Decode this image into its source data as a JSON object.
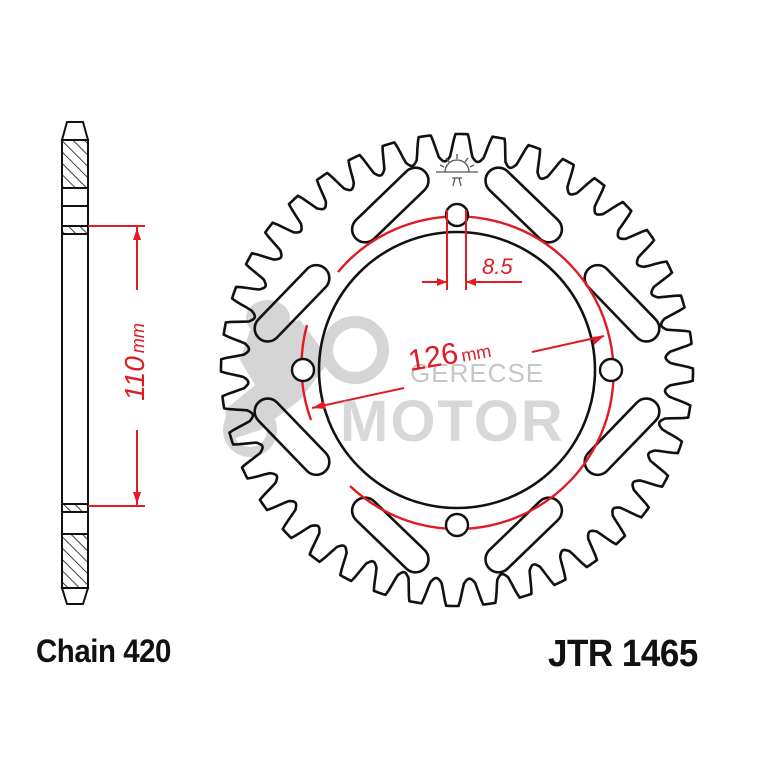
{
  "diagram": {
    "type": "rear-sprocket-technical-drawing",
    "colors": {
      "outline": "#111111",
      "dimension": "#e01b24",
      "watermark": "#b9b9b9",
      "background": "#ffffff"
    },
    "side_view": {
      "dimension_value": "110",
      "dimension_unit": "mm"
    },
    "front_view": {
      "teeth": 40,
      "bolt_holes": 4,
      "lightening_slots": 8,
      "pcd_value": "126",
      "pcd_unit": "mm",
      "bolt_hole_diameter": "8.5"
    },
    "labels": {
      "chain": "Chain 420",
      "part_number": "JTR 1465"
    },
    "watermark": {
      "line1": "GERECSE",
      "line2": "MOTOR"
    }
  }
}
